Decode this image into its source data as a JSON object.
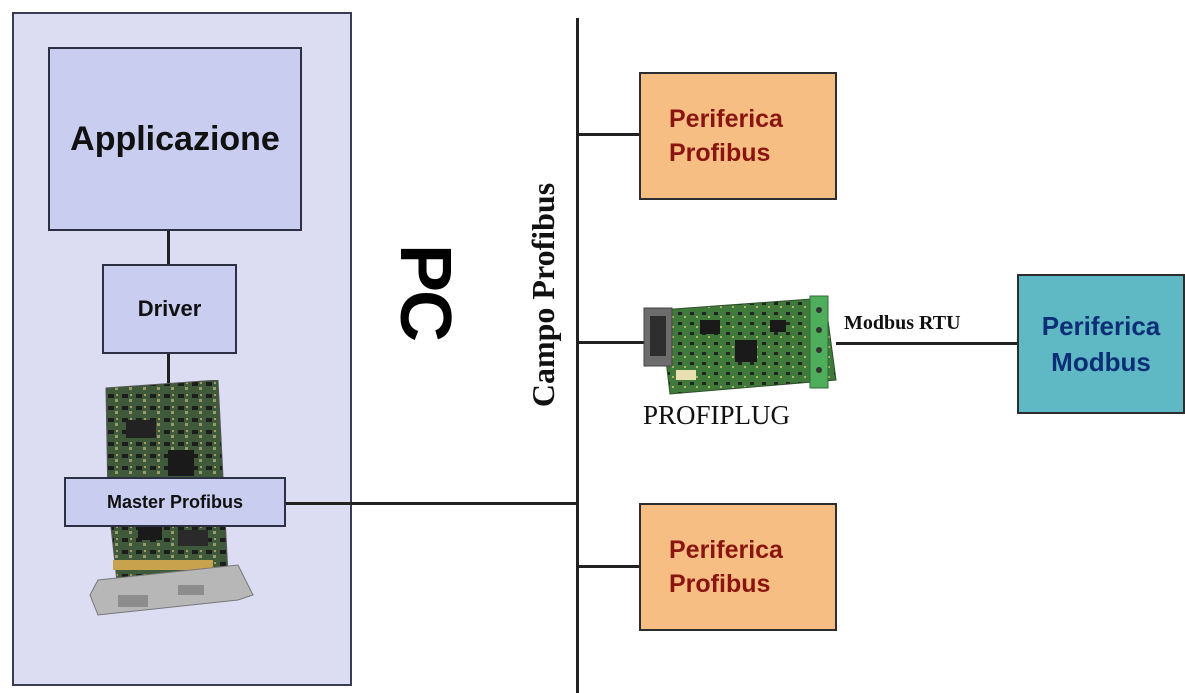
{
  "pc": {
    "label": "PC",
    "application": "Applicazione",
    "driver": "Driver",
    "master": "Master Profibus"
  },
  "bus": {
    "label": "Campo Profibus"
  },
  "devices": {
    "profibus_top": [
      "Periferica",
      "Profibus"
    ],
    "profibus_bottom": [
      "Periferica",
      "Profibus"
    ],
    "modbus": [
      "Periferica",
      "Modbus"
    ]
  },
  "gateway": {
    "name": "PROFIPLUG",
    "link_label": "Modbus RTU"
  },
  "colors": {
    "pc_panel": "#dcddf3",
    "pc_boxes": "#c9cdf0",
    "profibus_device": "#f7be83",
    "modbus_device": "#5fb9c4",
    "device_text_orange": "#8a1410",
    "device_text_teal": "#0b2e77"
  }
}
